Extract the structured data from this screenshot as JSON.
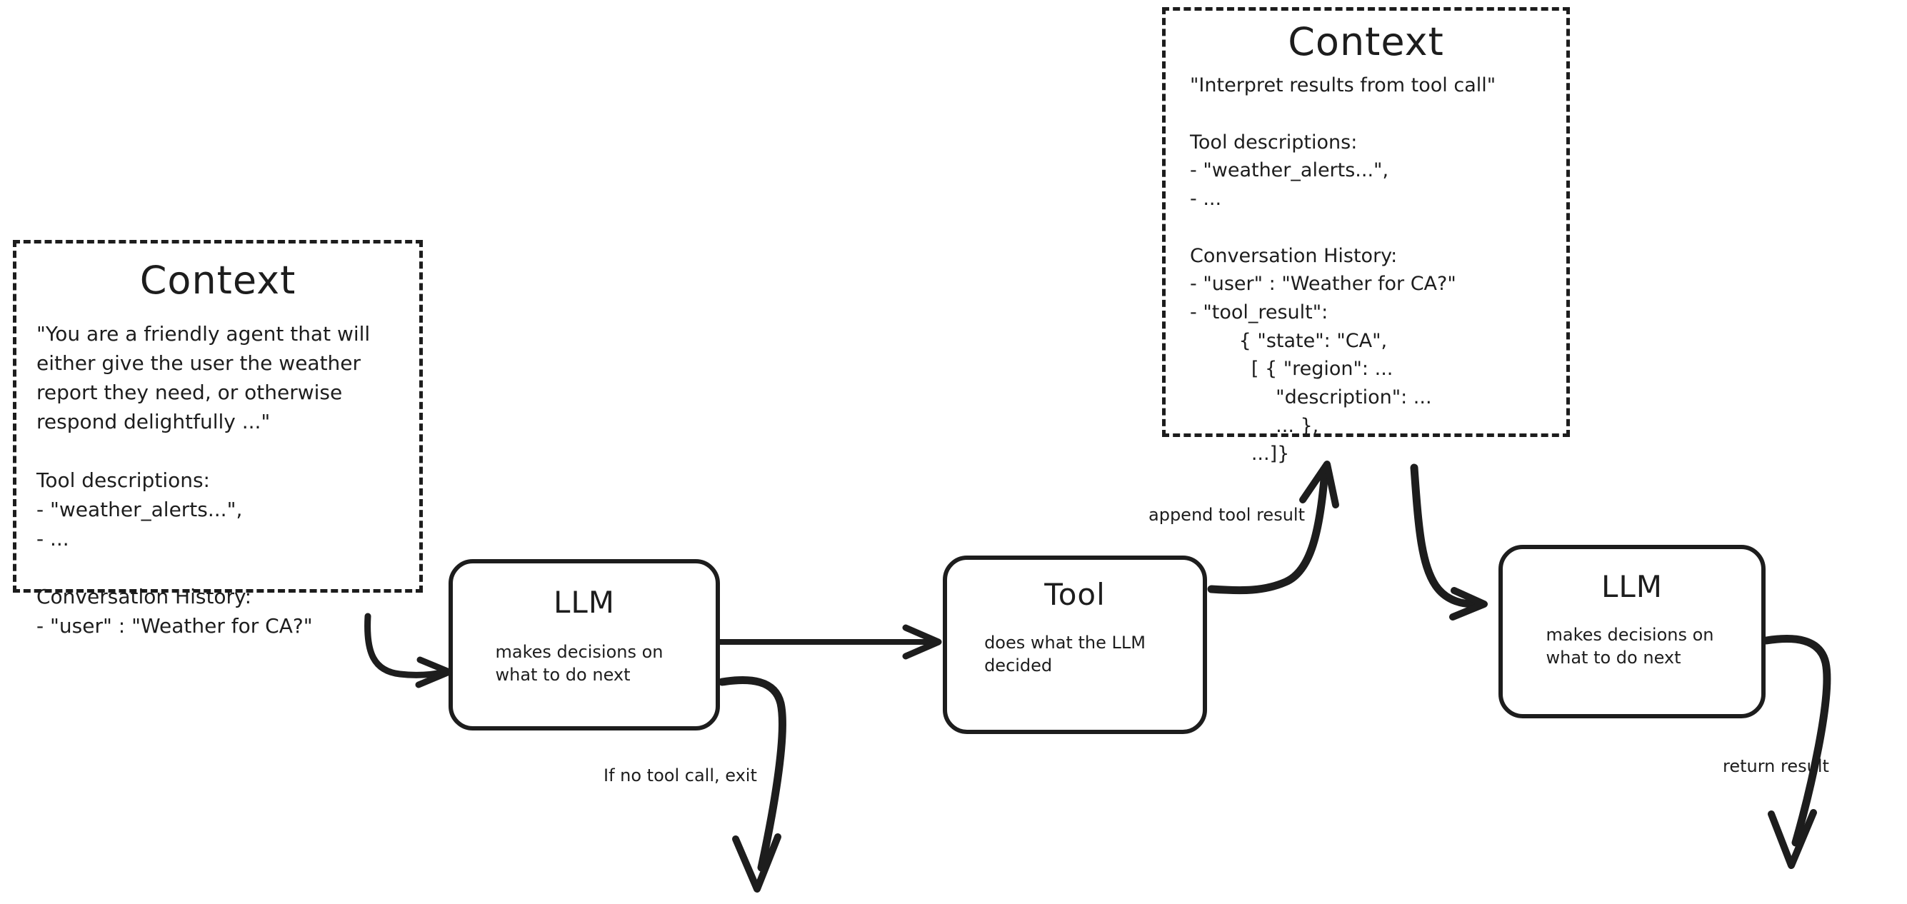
{
  "diagram": {
    "title": "Agent loop with LLM, Tool and Context",
    "accent_color": "#1d1d1d",
    "background_color": "#ffffff"
  },
  "context_left": {
    "title": "Context",
    "body": "\"You are a friendly agent that will\neither give the user the weather\nreport they need, or otherwise\nrespond delightfully ...\"\n\nTool descriptions:\n- \"weather_alerts...\",\n- ...\n\nConversation History:\n- \"user\" : \"Weather for CA?\""
  },
  "context_right": {
    "title": "Context",
    "body": "\"Interpret results from tool call\"\n\nTool descriptions:\n- \"weather_alerts...\",\n- ...\n\nConversation History:\n- \"user\" : \"Weather for CA?\"\n- \"tool_result\":\n        { \"state\": \"CA\",\n          [ { \"region\": ...\n              \"description\": ...\n              ... },\n          ...]}"
  },
  "nodes": {
    "llm_left": {
      "title": "LLM",
      "subtitle": "makes decisions on\nwhat to do next"
    },
    "tool": {
      "title": "Tool",
      "subtitle": "does what the LLM\ndecided"
    },
    "llm_right": {
      "title": "LLM",
      "subtitle": "makes decisions on\nwhat to do next"
    }
  },
  "edges": {
    "context_to_llm": {
      "label": ""
    },
    "llm_to_tool": {
      "label": ""
    },
    "tool_to_context": {
      "label": "append tool result"
    },
    "context_to_llm_right": {
      "label": ""
    },
    "llm_exit": {
      "label": "If no tool call, exit"
    },
    "llm_return": {
      "label": "return result"
    }
  }
}
